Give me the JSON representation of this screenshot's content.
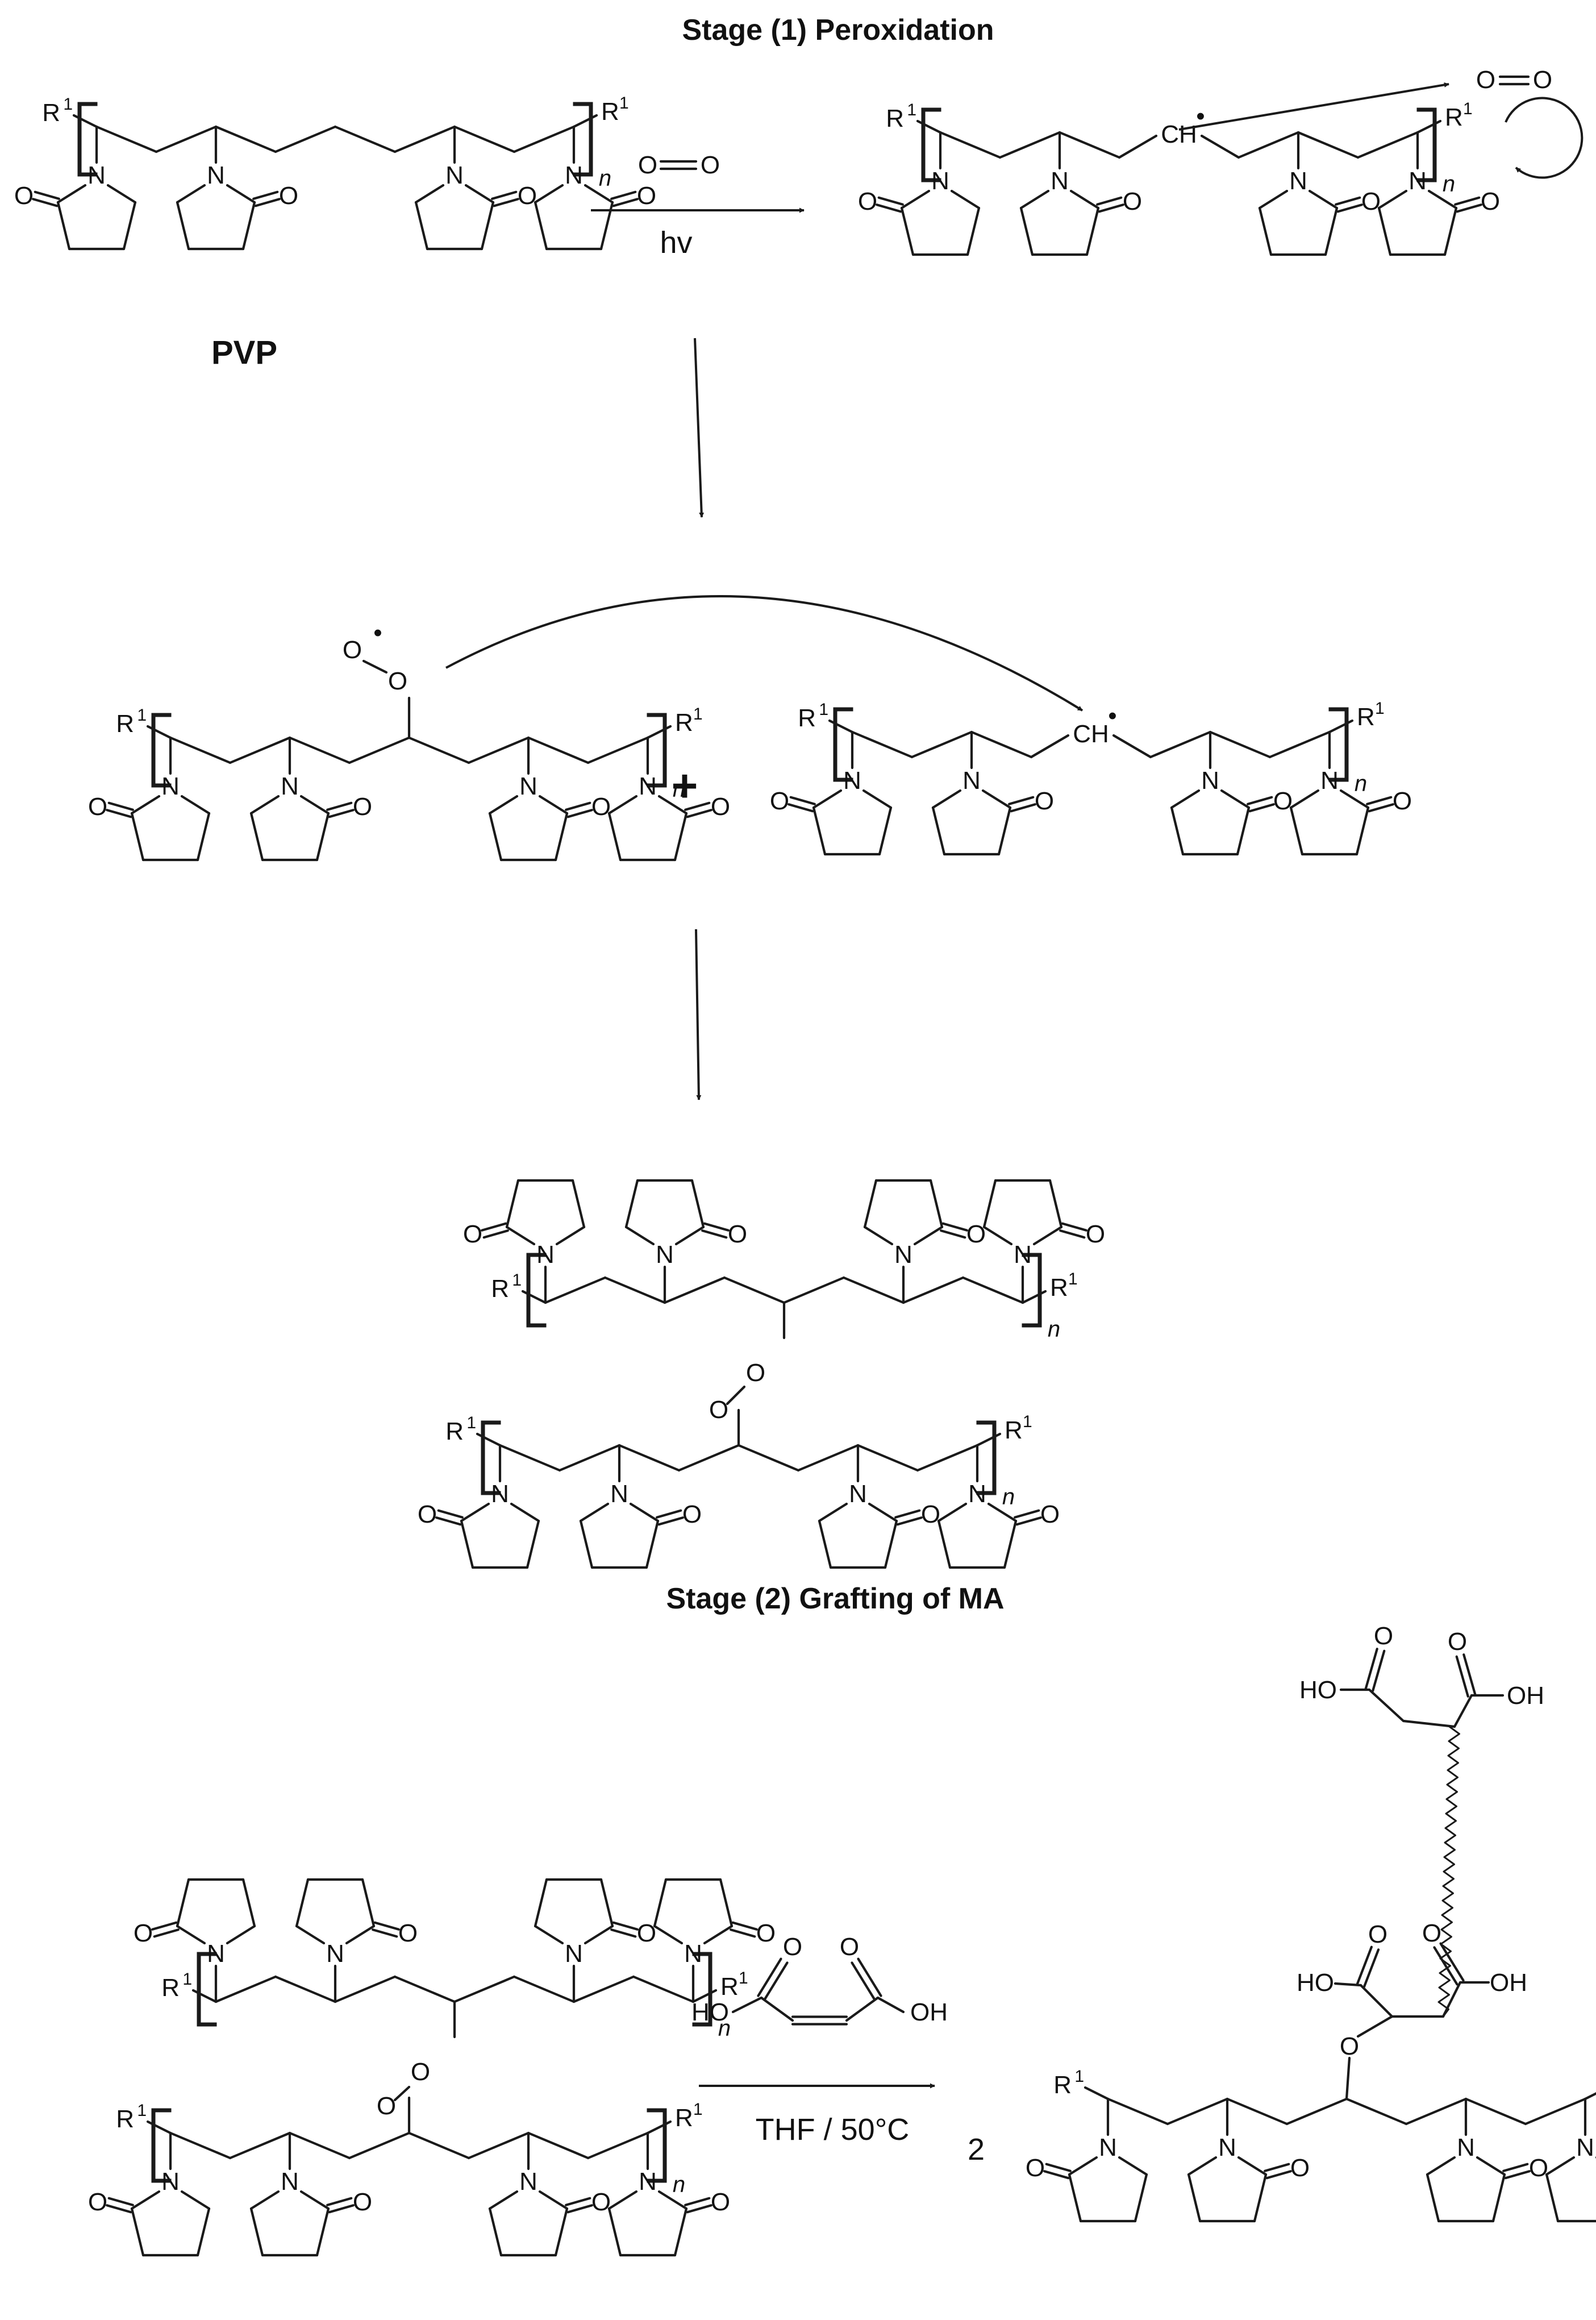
{
  "stage1_title": "Stage (1) Peroxidation",
  "stage2_title": "Stage (2) Grafting of MA",
  "pvp_label": "PVP",
  "oxygen_label": "O═O",
  "hv_label": "hv",
  "plus_sign": "+",
  "conditions_label": "THF / 50°C",
  "coefficient_label": "2",
  "atoms": {
    "N": "N",
    "O": "O",
    "R": "R",
    "one": "1",
    "n": "n",
    "CH": "CH",
    "HO": "HO",
    "OH": "OH",
    "radical": "•"
  }
}
